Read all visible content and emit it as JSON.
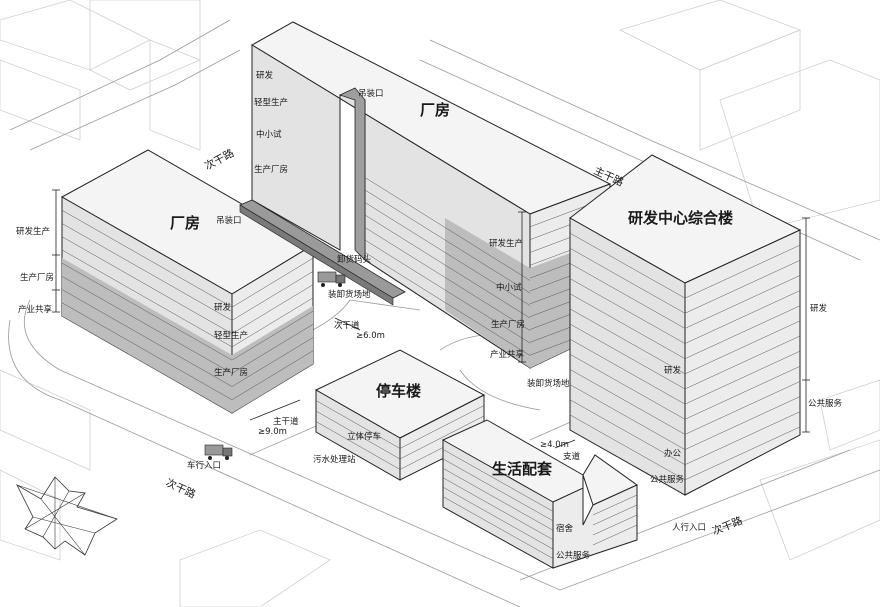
{
  "buildings": {
    "factory_left": {
      "title": "厂房",
      "hoist": "吊装口",
      "floors_left": [
        "研发生产",
        "生产厂房",
        "产业共享"
      ],
      "floors_right": [
        "研发",
        "轻型生产",
        "生产厂房"
      ]
    },
    "factory_main": {
      "title": "厂房",
      "hoist": "吊装口",
      "floors_left": [
        "研发",
        "轻型生产",
        "中小试",
        "生产厂房"
      ],
      "floors_right": [
        "研发生产",
        "中小试",
        "生产厂房",
        "产业共享"
      ]
    },
    "rd_center": {
      "title": "研发中心综合楼",
      "floors": [
        "研发",
        "办公",
        "公共服务"
      ],
      "dim_labels": [
        "研发",
        "公共服务"
      ]
    },
    "parking": {
      "title": "停车楼",
      "floors": [
        "立体停车"
      ],
      "side": "污水处理站"
    },
    "living": {
      "title": "生活配套",
      "floors": [
        "宿舍",
        "公共服务"
      ]
    }
  },
  "site": {
    "dock": "卸货码头",
    "loading_yard_1": "装卸货场地",
    "loading_yard_2": "装卸货场地",
    "secondary_lane": "次干道",
    "lane_width_1": "≥6.0m",
    "main_lane": "主干道",
    "lane_width_2": "≥9.0m",
    "branch": "支道",
    "branch_width": "≥4.0m",
    "vehicle_entry": "车行入口",
    "pedestrian_entry": "人行入口"
  },
  "roads": {
    "main_road": "主干路",
    "secondary_road_top": "次干路",
    "secondary_road_bottom": "次干路",
    "secondary_road_right": "次干路"
  }
}
